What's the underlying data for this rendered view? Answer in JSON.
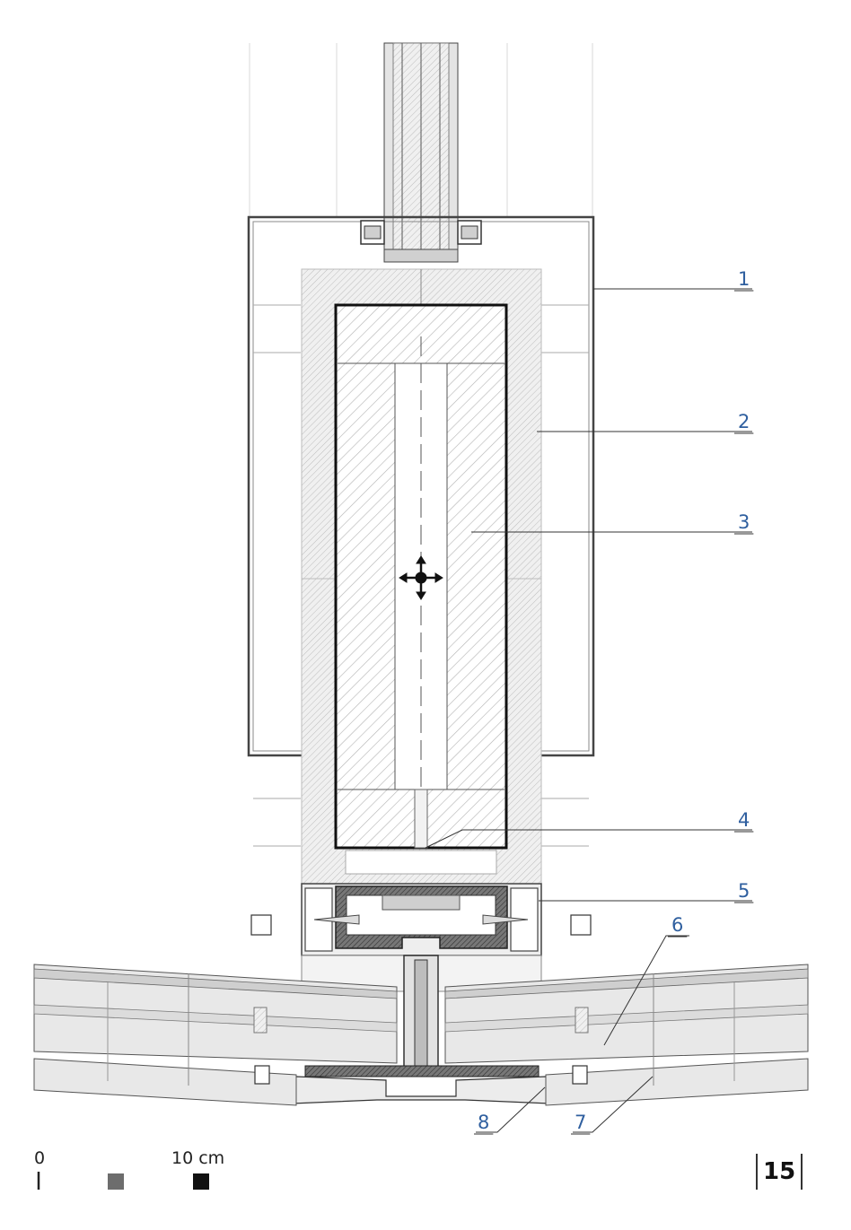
{
  "callouts": [
    "1",
    "2",
    "3",
    "4",
    "5",
    "6",
    "7",
    "8"
  ],
  "scale_bar": {
    "start_label": "0",
    "end_label": "10 cm"
  },
  "page_number": "15",
  "colors": {
    "callout": "#2f5f9f",
    "line": "#222222",
    "hatch": "#b0b0b0",
    "fill": "#e7e7e7",
    "grey_block": "#6d6d6d"
  },
  "icons": [
    "move-arrows-icon"
  ]
}
